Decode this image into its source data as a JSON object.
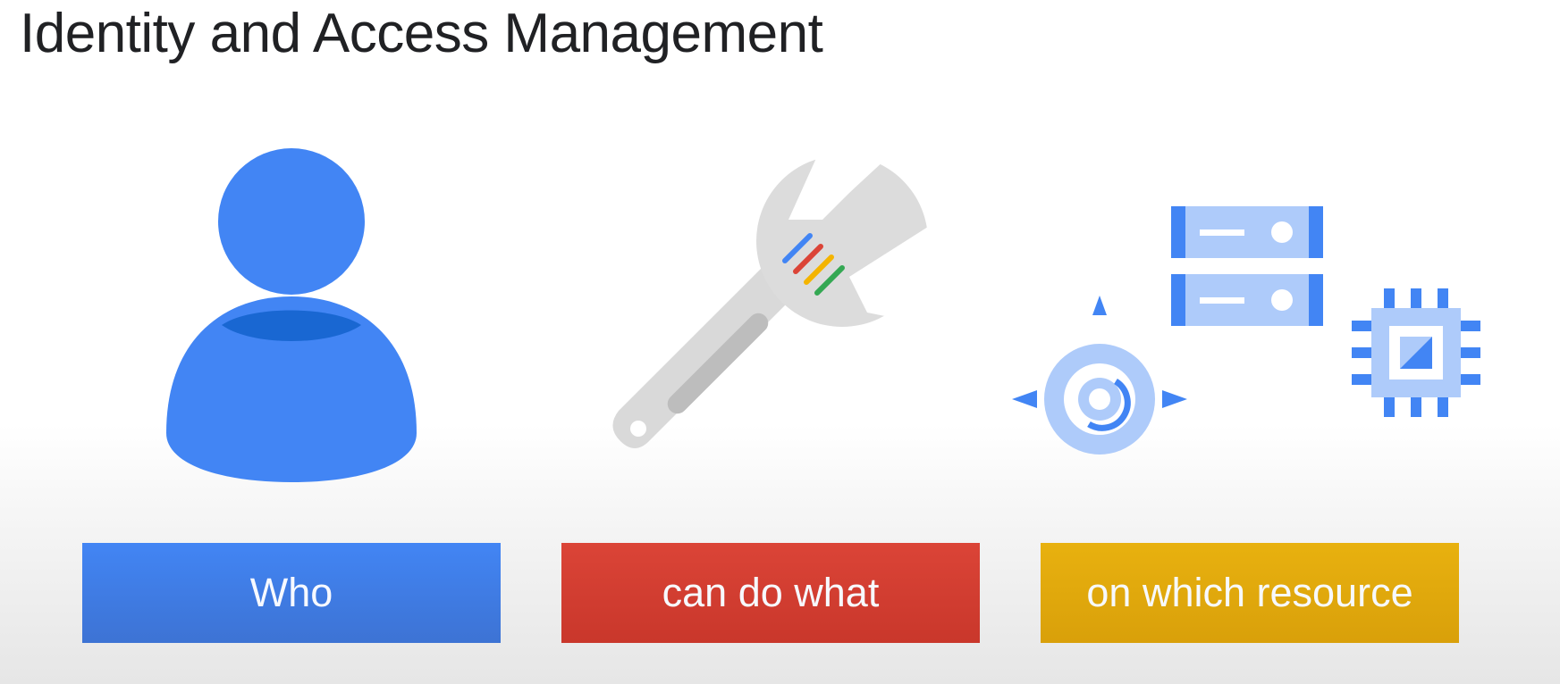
{
  "title": "Identity and Access Management",
  "colors": {
    "blue": "#4285F4",
    "blue_dark": "#1967D2",
    "red": "#DB4437",
    "yellow": "#E3A70D",
    "green": "#34A853",
    "gray": "#D8D8D8",
    "light_blue": "#AECBFA"
  },
  "panels": [
    {
      "icon": "person-icon",
      "label": "Who",
      "color": "#4285F4"
    },
    {
      "icon": "wrench-icon",
      "label": "can do what",
      "color": "#DB4437"
    },
    {
      "icon": "cloud-resources-icon",
      "label": "on which resource",
      "color": "#E3A70D"
    }
  ]
}
